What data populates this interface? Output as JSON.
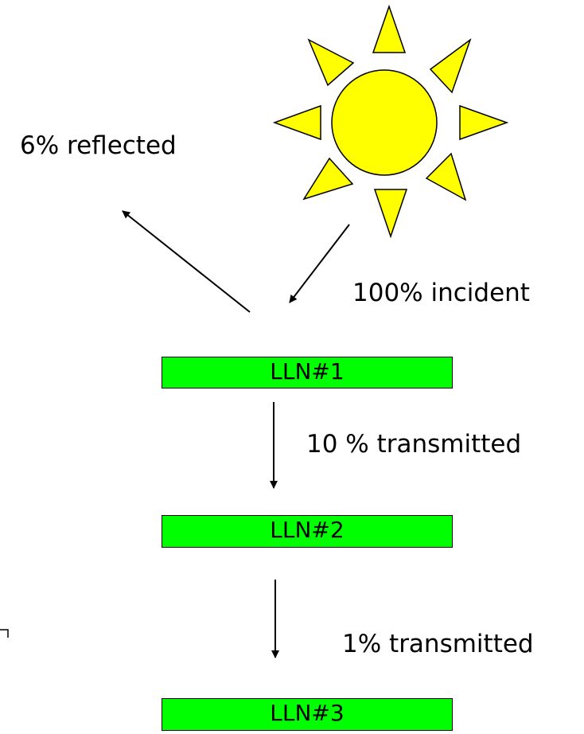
{
  "labels": {
    "reflected": "6% reflected",
    "incident": "100% incident",
    "transmitted_1": "10 % transmitted",
    "transmitted_2": "1% transmitted"
  },
  "layers": [
    "LLN#1",
    "LLN#2",
    "LLN#3"
  ],
  "colors": {
    "sun_fill": "#ffff00",
    "layer_fill": "#00ff00",
    "stroke": "#000000"
  }
}
